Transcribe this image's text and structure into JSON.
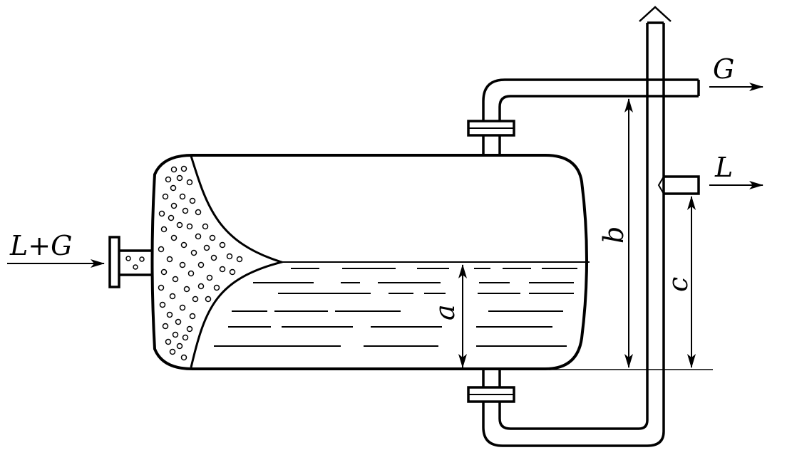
{
  "labels": {
    "inlet": "L+G",
    "gas_outlet": "G",
    "liquid_outlet": "L",
    "dim_a": "a",
    "dim_b": "b",
    "dim_c": "c"
  },
  "colors": {
    "stroke": "#000000",
    "background": "#ffffff"
  }
}
